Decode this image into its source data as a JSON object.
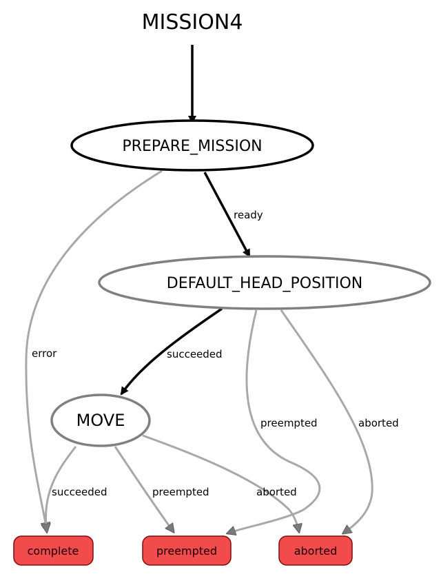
{
  "diagram": {
    "title": "MISSION4",
    "nodes": {
      "prepare_mission": "PREPARE_MISSION",
      "default_head_position": "DEFAULT_HEAD_POSITION",
      "move": "MOVE"
    },
    "outcomes": {
      "complete": "complete",
      "preempted": "preempted",
      "aborted": "aborted"
    },
    "edges": {
      "prepare_ready": "ready",
      "prepare_error": "error",
      "dhp_succeeded": "succeeded",
      "dhp_preempted": "preempted",
      "dhp_aborted": "aborted",
      "move_succeeded": "succeeded",
      "move_preempted": "preempted",
      "move_aborted": "aborted"
    }
  },
  "colors": {
    "active_edge": "#000000",
    "inactive_edge": "#a8a8a8",
    "node_stroke": "#000000",
    "node_stroke_inactive": "#808080",
    "outcome_fill": "#f24b4b",
    "outcome_stroke": "#7a0e0e"
  }
}
